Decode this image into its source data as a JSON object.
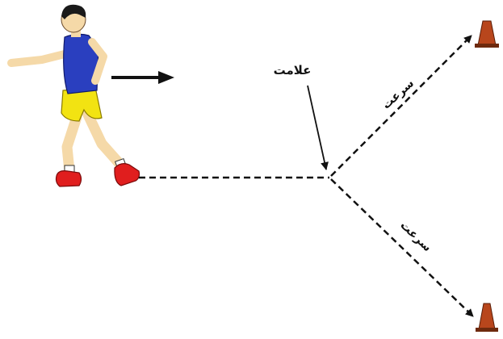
{
  "labels": {
    "marker": "علامت",
    "speed_upper": "سرعت",
    "speed_lower": "سرعت"
  },
  "colors": {
    "shirt": "#2a3fbf",
    "shorts": "#f2e312",
    "skin": "#f5d9a8",
    "hair": "#1a1a1a",
    "shoe": "#e01e1e",
    "cone": "#b8461c",
    "line": "#111111"
  },
  "icons": {
    "runner": "runner-figure",
    "direction": "right-arrow-icon",
    "cone": "traffic-cone-icon"
  }
}
